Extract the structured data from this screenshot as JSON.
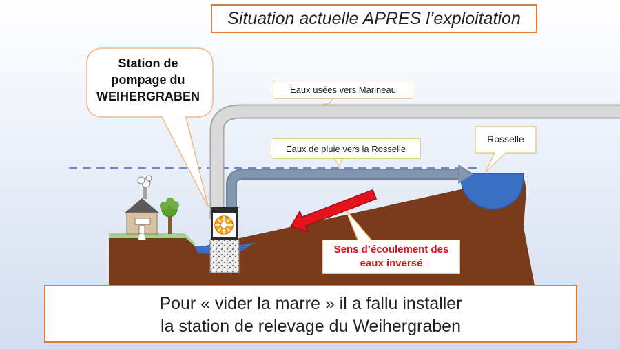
{
  "title": "Situation actuelle APRES l’exploitation",
  "station_label": [
    "Station de",
    "pompage du",
    "WEIHERGRABEN"
  ],
  "eaux_usees_label": "Eaux usées vers Marineau",
  "eaux_pluie_label": "Eaux de pluie vers la Rosselle",
  "rosselle_label": "Rosselle",
  "flow_label": [
    "Sens d’écoulement des",
    "eaux inversé"
  ],
  "caption": [
    "Pour « vider la  marre » il a fallu installer",
    "la station de relevage du Weihergraben"
  ],
  "icons": [
    "house-icon",
    "tree-icon",
    "pump-station-icon",
    "fan-icon"
  ],
  "colors": {
    "title_border": "#e07b39",
    "ground": "#7a3b1a",
    "water": "#3b6fc4",
    "grass": "#a8d08d",
    "pipe_used": "#d9d9d9",
    "pipe_rain": "#8497b0",
    "flow_arrow": "#e3141b",
    "flow_text": "#d2161c"
  }
}
